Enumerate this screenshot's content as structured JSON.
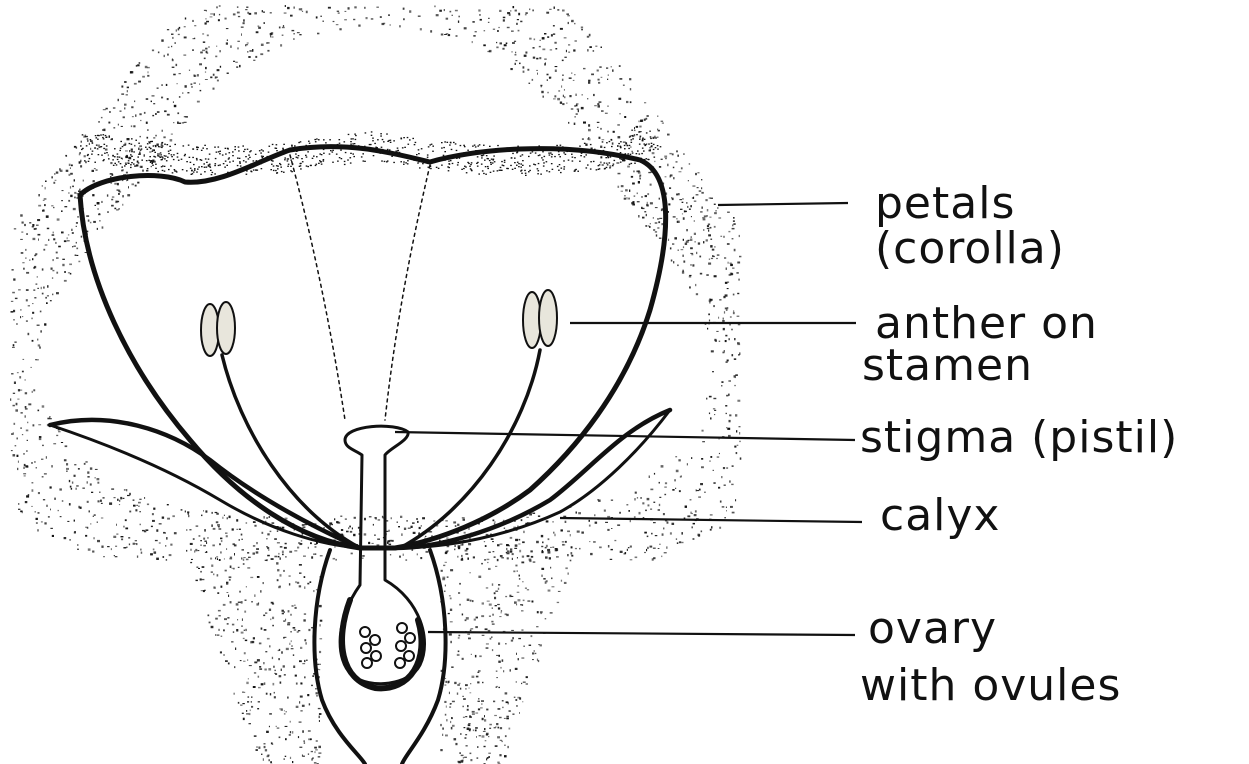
{
  "labels": {
    "petals_line1": "petals",
    "petals_line2": "(corolla)",
    "anther_line1": "anther on",
    "anther_line2": "stamen",
    "stigma": "stigma (pistil)",
    "calyx": "calyx",
    "ovary_line1": "ovary",
    "ovary_line2": "with ovules"
  },
  "colors": {
    "ink": "#111111",
    "paper": "#ffffff",
    "anther_fill": "#e8e6dc"
  }
}
